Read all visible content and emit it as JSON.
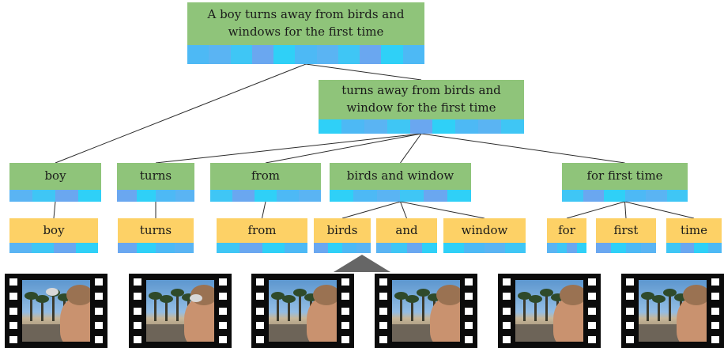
{
  "colors": {
    "phrase_node": "#8fc47a",
    "word_node": "#fdd166",
    "embedding_strip": [
      "#5ab4f3",
      "#3fc6f5",
      "#6aa7f0",
      "#2fd0f7",
      "#4db9f5"
    ],
    "edge": "#2b2b2b",
    "arrow": "#666666",
    "film": "#0b0b0b"
  },
  "tree": {
    "root": {
      "id": "root",
      "text": "A boy turns away from birds and\nwindows for the first time"
    },
    "mid": {
      "id": "mid",
      "text": "turns away from birds and\nwindow  for the first time"
    },
    "phrases": [
      {
        "id": "p-boy",
        "text": "boy"
      },
      {
        "id": "p-turns",
        "text": "turns"
      },
      {
        "id": "p-from",
        "text": "from"
      },
      {
        "id": "p-birds-and-window",
        "text": "birds and window"
      },
      {
        "id": "p-for-first-time",
        "text": "for first time"
      }
    ],
    "words": [
      {
        "id": "w-boy",
        "text": "boy"
      },
      {
        "id": "w-turns",
        "text": "turns"
      },
      {
        "id": "w-from",
        "text": "from"
      },
      {
        "id": "w-birds",
        "text": "birds"
      },
      {
        "id": "w-and",
        "text": "and"
      },
      {
        "id": "w-window",
        "text": "window"
      },
      {
        "id": "w-for",
        "text": "for"
      },
      {
        "id": "w-first",
        "text": "first"
      },
      {
        "id": "w-time",
        "text": "time"
      }
    ],
    "edges": [
      [
        "root",
        "mid"
      ],
      [
        "root",
        "p-boy"
      ],
      [
        "mid",
        "p-turns"
      ],
      [
        "mid",
        "p-from"
      ],
      [
        "mid",
        "p-birds-and-window"
      ],
      [
        "mid",
        "p-for-first-time"
      ],
      [
        "p-boy",
        "w-boy"
      ],
      [
        "p-turns",
        "w-turns"
      ],
      [
        "p-from",
        "w-from"
      ],
      [
        "p-birds-and-window",
        "w-birds"
      ],
      [
        "p-birds-and-window",
        "w-and"
      ],
      [
        "p-birds-and-window",
        "w-window"
      ],
      [
        "p-for-first-time",
        "w-for"
      ],
      [
        "p-for-first-time",
        "w-first"
      ],
      [
        "p-for-first-time",
        "w-time"
      ]
    ]
  },
  "video_frames": [
    {
      "id": "frame-1",
      "bird": true
    },
    {
      "id": "frame-2",
      "bird": true
    },
    {
      "id": "frame-3",
      "bird": false
    },
    {
      "id": "frame-4",
      "bird": false
    },
    {
      "id": "frame-5",
      "bird": false
    },
    {
      "id": "frame-6",
      "bird": false
    }
  ]
}
